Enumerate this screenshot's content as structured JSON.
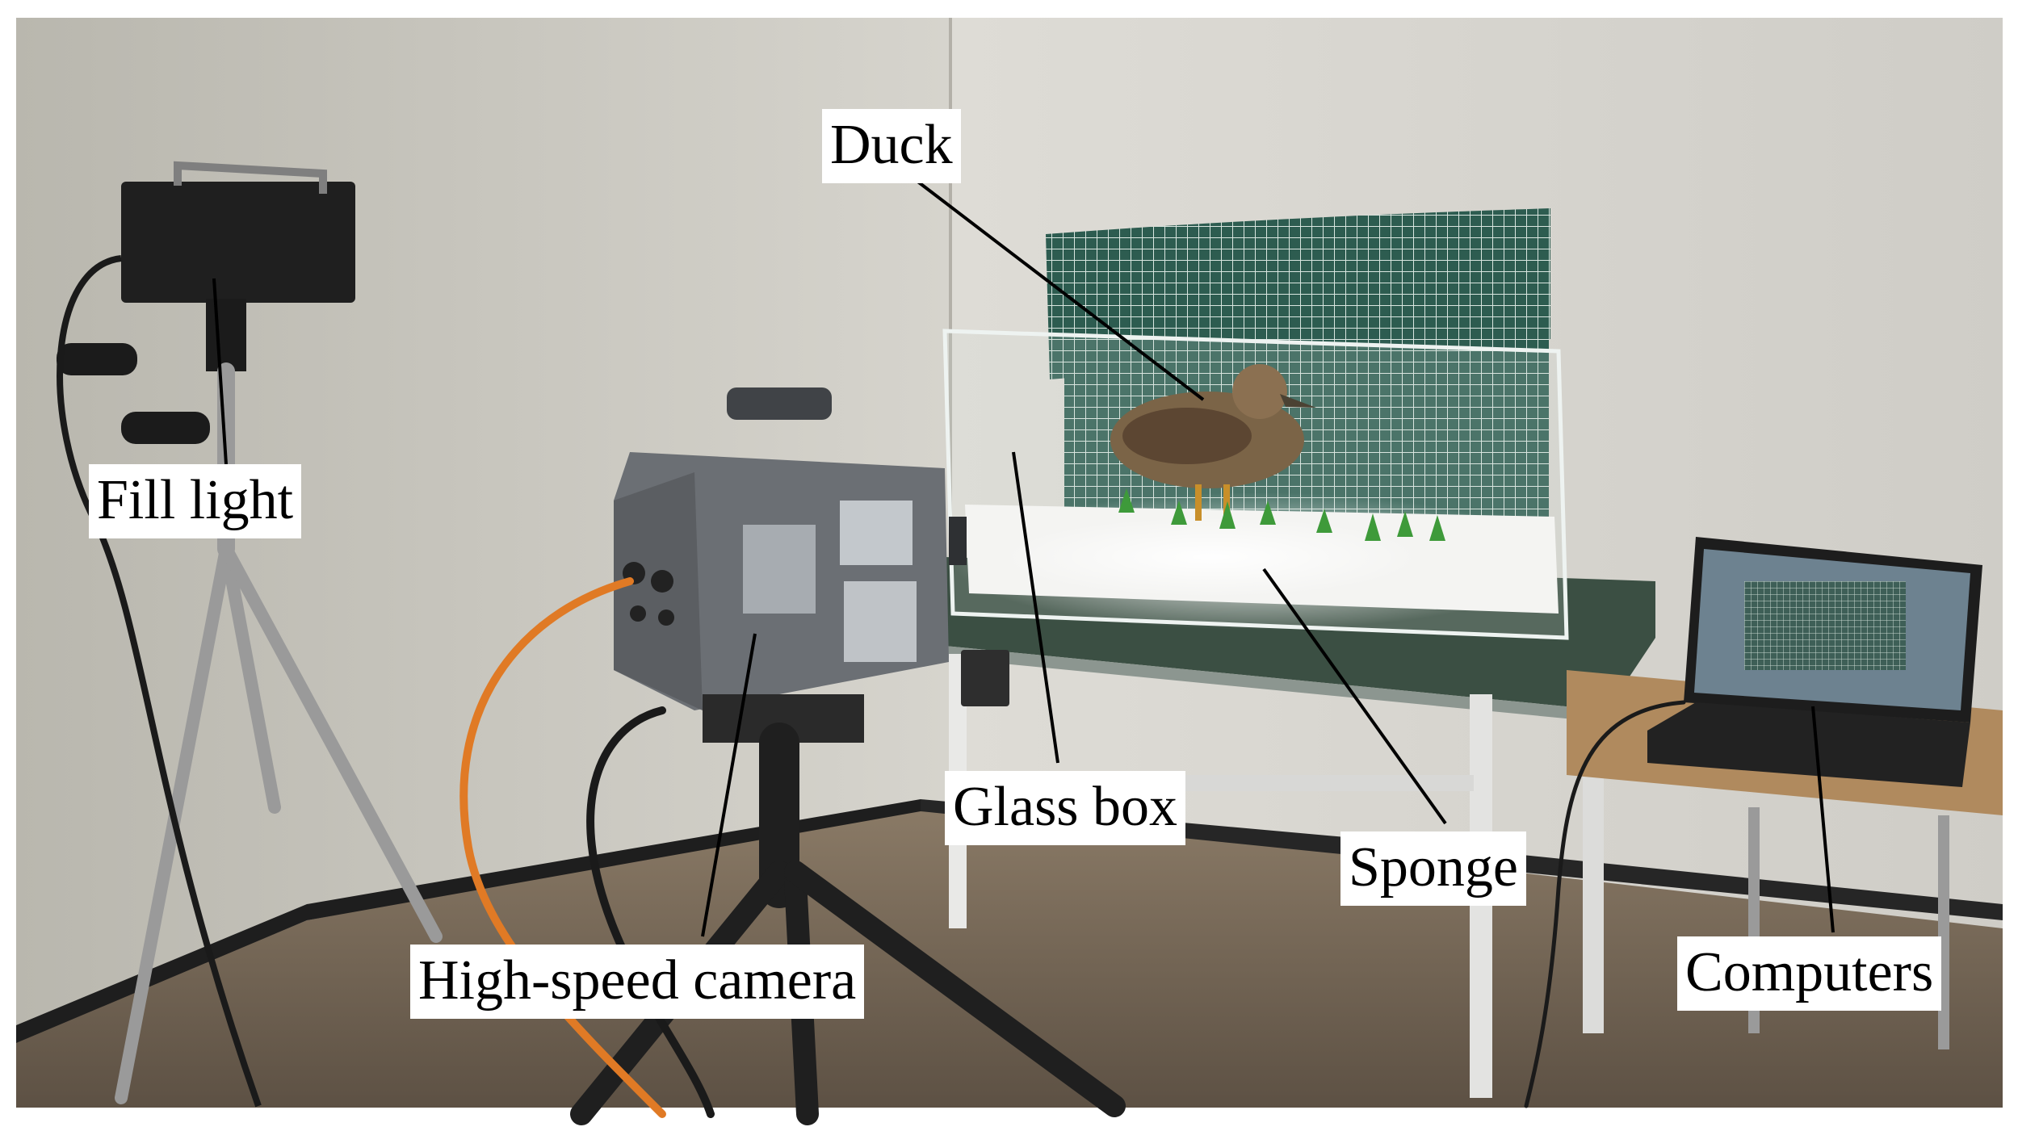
{
  "figure": {
    "labels": {
      "duck": "Duck",
      "fill_light": "Fill light",
      "high_speed_camera": "High-speed camera",
      "glass_box": "Glass box",
      "sponge": "Sponge",
      "computers": "Computers"
    },
    "colors": {
      "wall_left": "#cfcdc5",
      "wall_right": "#e4e3df",
      "floor": "#7d6e5c",
      "baseboard": "#1e1e1e",
      "grid_board": "#2c5a4e",
      "table_top": "#35483d",
      "camera_body": "#6b6f74",
      "cable": "#e07a25",
      "label_bg": "#ffffff",
      "label_text": "#000000"
    }
  }
}
